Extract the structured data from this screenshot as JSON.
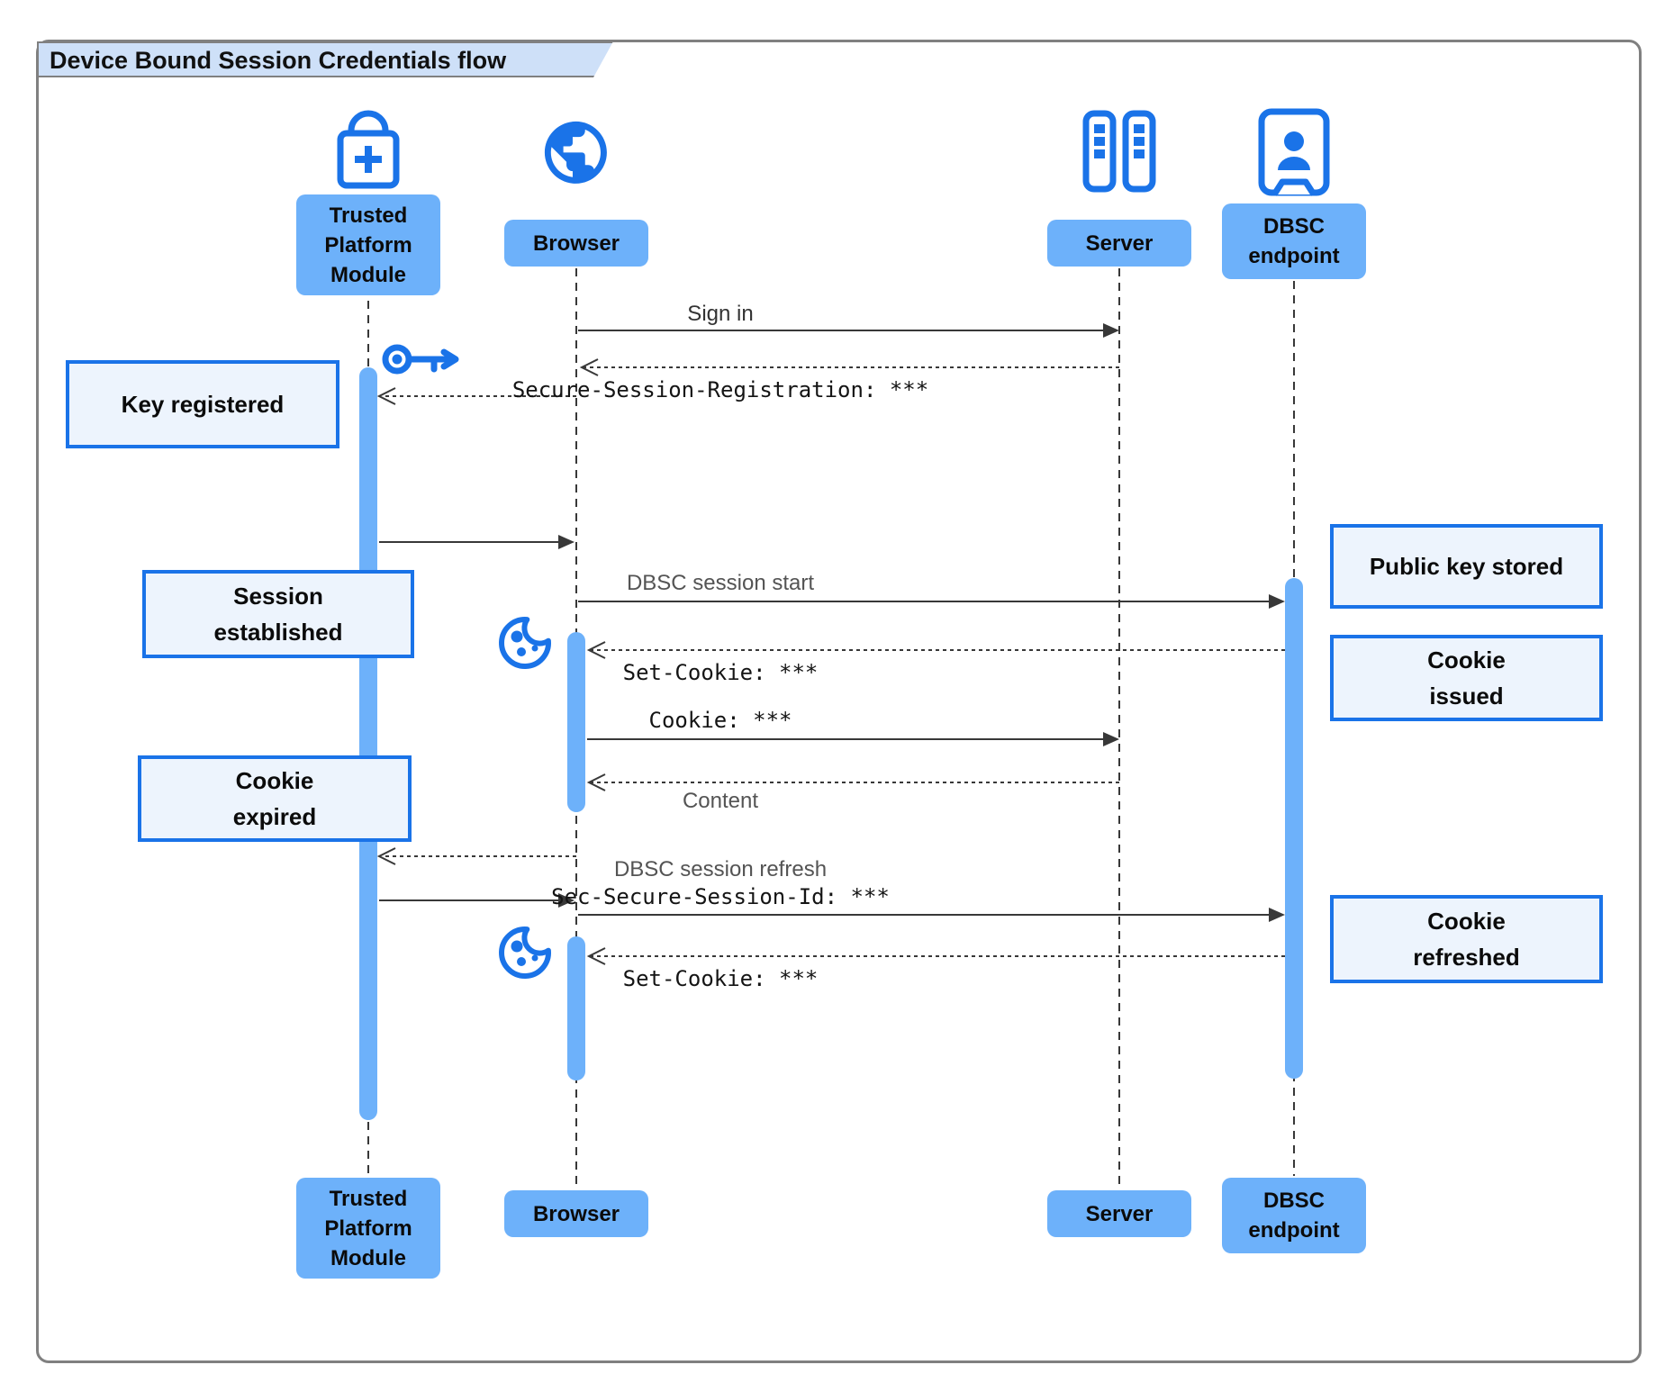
{
  "title": "Device Bound Session Credentials flow",
  "actors": {
    "tpm": {
      "label": "Trusted\nPlatform\nModule",
      "icon": "lock-plus-icon"
    },
    "browser": {
      "label": "Browser",
      "icon": "globe-icon"
    },
    "server": {
      "label": "Server",
      "icon": "server-rack-icon"
    },
    "dbsc": {
      "label": "DBSC\nendpoint",
      "icon": "id-badge-person-icon"
    }
  },
  "messages": {
    "sign_in": "Sign in",
    "secure_session_registration": "Secure-Session-Registration: ***",
    "dbsc_session_start": "DBSC session start",
    "set_cookie_issue": "Set-Cookie: ***",
    "cookie_send": "Cookie: ***",
    "content": "Content",
    "dbsc_session_refresh": "DBSC session refresh",
    "sec_secure_session_id": "Sec-Secure-Session-Id: ***",
    "set_cookie_refresh": "Set-Cookie: ***"
  },
  "notes": {
    "key_registered": "Key registered",
    "session_established": "Session\nestablished",
    "cookie_expired": "Cookie\nexpired",
    "public_key_stored": "Public key stored",
    "cookie_issued": "Cookie\nissued",
    "cookie_refreshed": "Cookie\nrefreshed"
  },
  "decorations": {
    "key": "key-icon",
    "cookie_1": "cookie-icon",
    "cookie_2": "cookie-icon"
  },
  "colors": {
    "primary_blue": "#1a73e8",
    "actor_fill": "#6db1fa",
    "note_fill": "#edf4fd",
    "note_border": "#1a73e8",
    "title_fill": "#cee0f8",
    "frame_border": "#808080",
    "line": "#383838"
  }
}
